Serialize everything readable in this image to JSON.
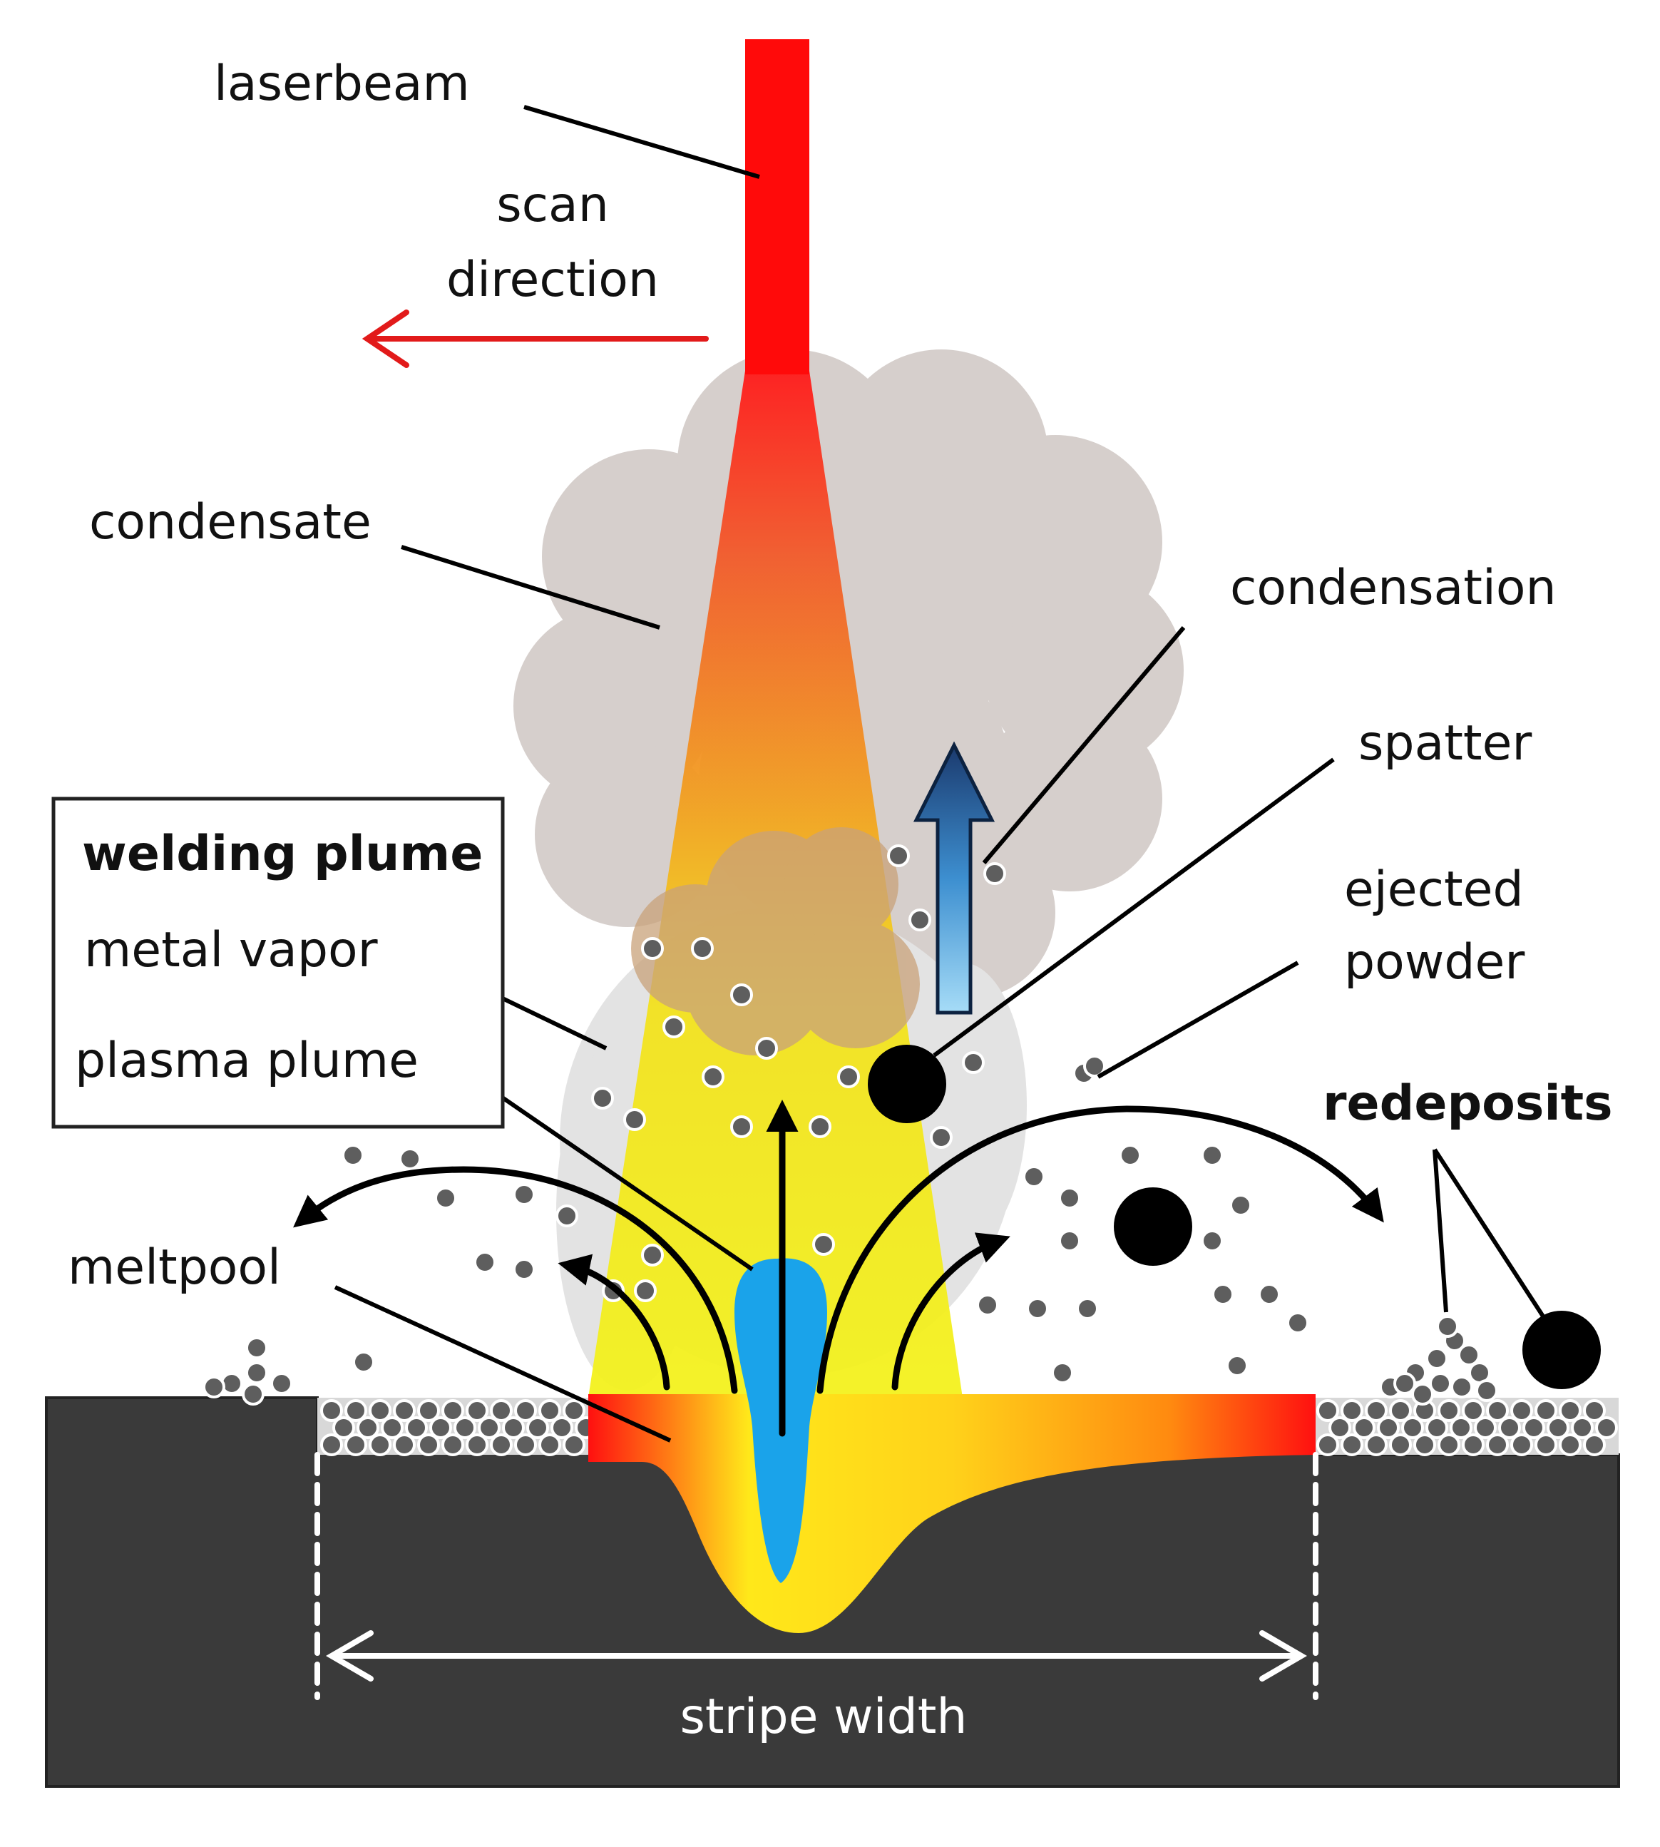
{
  "labels": {
    "laserbeam": "laserbeam",
    "scan_direction_1": "scan",
    "scan_direction_2": "direction",
    "condensate": "condensate",
    "condensation": "condensation",
    "spatter": "spatter",
    "ejected_powder_1": "ejected",
    "ejected_powder_2": "powder",
    "redeposits": "redeposits",
    "welding_plume": "welding plume",
    "metal_vapor": "metal vapor",
    "plasma_plume": "plasma plume",
    "meltpool": "meltpool",
    "stripe_width": "stripe width"
  },
  "colors": {
    "laser": "#ff0a0a",
    "substrate": "#3a3a3a",
    "plume_yellow": "#f3f21e",
    "keyhole_blue": "#1aa3ea",
    "condensate_cloud": "#d6cfcc",
    "particle": "#5e5e5e",
    "arrow": "#000000",
    "scan_arrow": "#e21a1a"
  }
}
